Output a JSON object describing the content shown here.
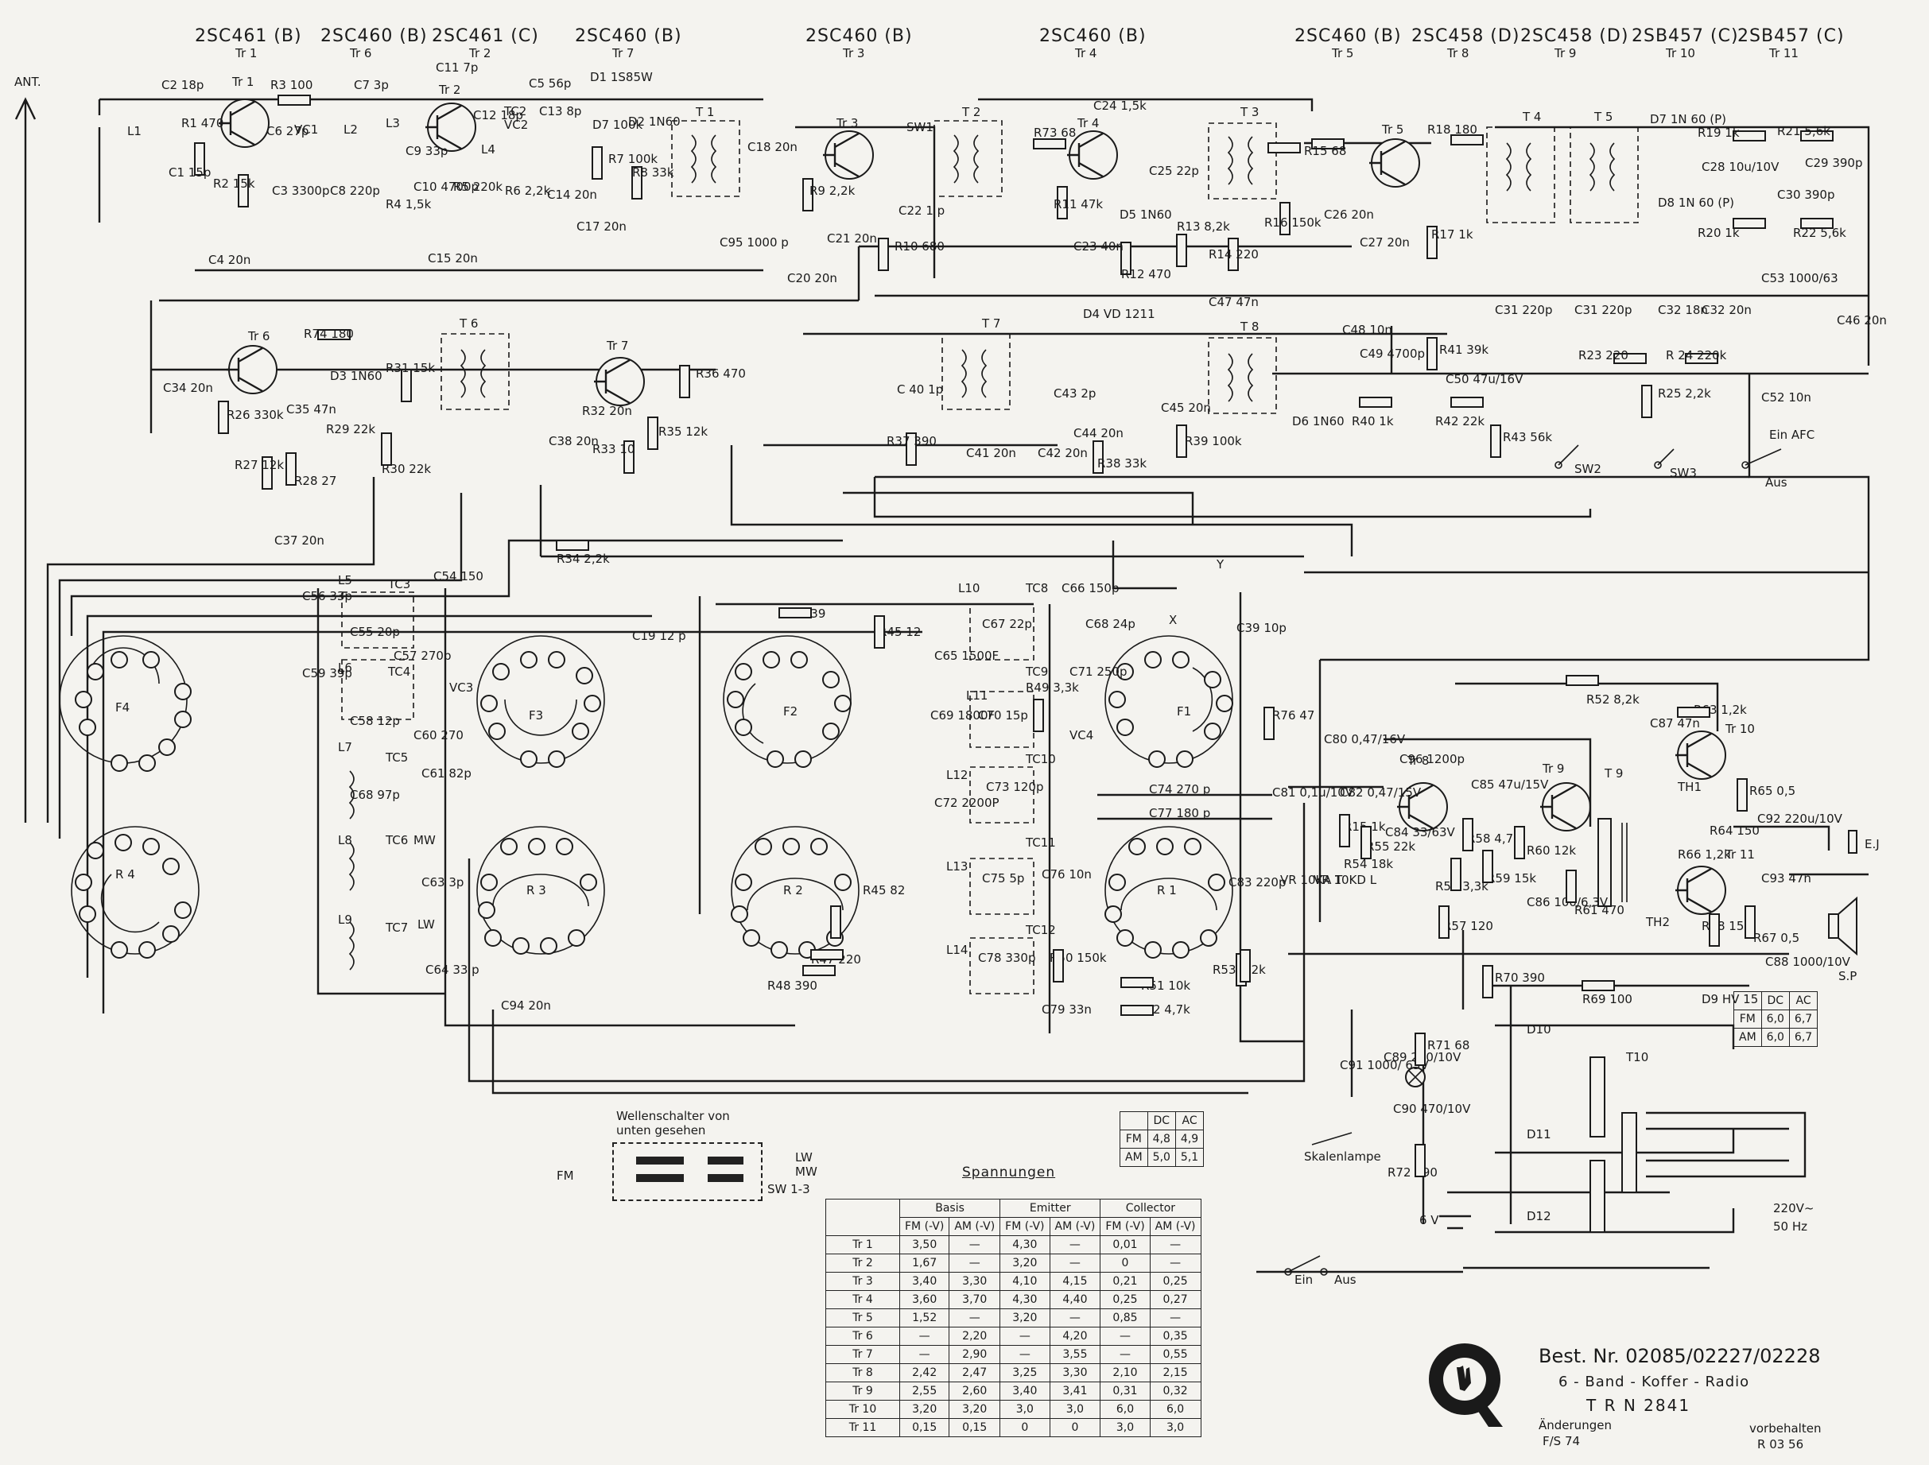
{
  "transistors": [
    {
      "type": "2SC461 (B)",
      "ref": "Tr 1"
    },
    {
      "type": "2SC460 (B)",
      "ref": "Tr 6"
    },
    {
      "type": "2SC461 (C)",
      "ref": "Tr 2"
    },
    {
      "type": "2SC460 (B)",
      "ref": "Tr 7"
    },
    {
      "type": "2SC460 (B)",
      "ref": "Tr 3"
    },
    {
      "type": "2SC460 (B)",
      "ref": "Tr 4"
    },
    {
      "type": "2SC460 (B)",
      "ref": "Tr 5"
    },
    {
      "type": "2SC458 (D)",
      "ref": "Tr 8"
    },
    {
      "type": "2SC458 (D)",
      "ref": "Tr 9"
    },
    {
      "type": "2SB457 (C)",
      "ref": "Tr 10"
    },
    {
      "type": "2SB457 (C)",
      "ref": "Tr 11"
    }
  ],
  "labels": {
    "ant": "ANT.",
    "ein_afc": "Ein AFC",
    "aus": "Aus",
    "sw2": "SW2",
    "sw3": "SW3",
    "sw1": "SW1",
    "ej": "E.J",
    "sp": "S.P",
    "skalenlampe": "Skalenlampe",
    "ein": "Ein",
    "aus2": "Aus",
    "mains": "220V~",
    "mains_freq": "50 Hz",
    "battery": "6 V",
    "fm": "FM",
    "lw": "LW",
    "mw": "MW",
    "sw13": "SW 1-3",
    "wellenschalter": "Wellenschalter von",
    "wellenschalter2": "unten gesehen",
    "y": "Y",
    "x": "X"
  },
  "components": {
    "c2": "C2 18p",
    "r1": "R1 470",
    "c1": "C1 15p",
    "l1": "L1",
    "r2": "R2 15k",
    "c3": "C3 3300p",
    "c4": "C4 20n",
    "r3": "R3 100",
    "c6": "C6 27p",
    "vc1": "VC1",
    "l2": "L2",
    "c8": "C8 220p",
    "c7": "C7 3p",
    "l3": "L3",
    "r4": "R4 1,5k",
    "c11": "C11 7p",
    "c9": "C9 33p",
    "c10": "C10 4700p",
    "r5": "R5 220k",
    "c12": "C12 18p",
    "c15": "C15 20n",
    "tc2": "TC2",
    "vc2": "VC2",
    "l4": "L4",
    "r6": "R6 2,2k",
    "c5": "C5 56p",
    "c13": "C13 8p",
    "c14": "C14 20n",
    "d1": "D1 1S85W",
    "d2": "D2 1N60",
    "d7": "D7 100k",
    "r7": "R7 100k",
    "r8": "R8 33k",
    "c17": "C17 20n",
    "t1": "T 1",
    "c18": "C18 20n",
    "r9": "R9 2,2k",
    "c95": "C95 1000 p",
    "c20": "C20 20n",
    "c21": "C21 20n",
    "r10": "R10 680",
    "c22": "C22 1 p",
    "t2": "T 2",
    "r73": "R73 68",
    "c24": "C24 1,5k",
    "r11": "R11 47k",
    "c23": "C23 40n",
    "d5": "D5 1N60",
    "r12": "R12 470",
    "r13": "R13 8,2k",
    "c25": "C25 22p",
    "r14": "R14 220",
    "t3": "T 3",
    "r15": "R15 68",
    "r16": "R16 150k",
    "c26": "C26 20n",
    "c27": "C27 20n",
    "r17": "R17 1k",
    "r18": "R18 180",
    "t4": "T 4",
    "t5": "T 5",
    "d7b": "D7 1N 60 (P)",
    "r19": "R19 1k",
    "c28": "C28 10u/10V",
    "d8": "D8 1N 60 (P)",
    "r20": "R20 1k",
    "r21": "R21 5,6k",
    "c29": "C29 390p",
    "c30": "C30 390p",
    "r22": "R22 5,6k",
    "c53": "C53 1000/63",
    "d4": "D4 VD 1211",
    "c47": "C47 47n",
    "c48": "C48 10n",
    "c49": "C49 4700p",
    "r41": "R41 39k",
    "c50": "C50 47u/16V",
    "c31": "C31 220p",
    "c31b": "C31 220p",
    "c32": "C32 18n",
    "c32b": "C32 20n",
    "c46": "C46 20n",
    "r23": "R23 220",
    "r24": "R 24 220k",
    "r25": "R25 2,2k",
    "c52": "C52 10n",
    "r40": "R40 1k",
    "r42": "R42 22k",
    "r43": "R43 56k",
    "d6": "D6 1N60",
    "t8": "T 8",
    "c45": "C45 20n",
    "r39": "R39 100k",
    "c44": "C44 20n",
    "r38": "R38 33k",
    "c43": "C43 2p",
    "c42": "C42 20n",
    "c41": "C41 20n",
    "t7": "T 7",
    "c40": "C 40 1p",
    "r37": "R37 390",
    "r74": "R74 180",
    "d3": "D3 1N60",
    "r31": "R31 15k",
    "t6": "T 6",
    "r26": "R26 330k",
    "c34": "C34 20n",
    "c35": "C35 47n",
    "r29": "R29 22k",
    "r30": "R30 22k",
    "r27": "R27 12k",
    "r28": "R28 27",
    "c37": "C37 20n",
    "r36": "R36 470",
    "r32": "R32 20n",
    "c38": "C38 20n",
    "r33": "R33 10",
    "r35": "R35 12k",
    "r34": "R34 2,2k",
    "c56": "C56 33p",
    "l5": "L5",
    "tc3": "TC3",
    "c54": "C54 150",
    "c55": "C55 20p",
    "c57": "C57 270p",
    "c19": "C19 12 p",
    "c59": "C59 39p",
    "l6": "L6",
    "tc4": "TC4",
    "c58": "C58 12p",
    "c60": "C60 270",
    "vc3": "VC3",
    "l7": "L7",
    "tc5": "TC5",
    "c61": "C61 82p",
    "c68": "C68 97p",
    "l8": "L8",
    "tc6": "TC6",
    "c63": "C63 3p",
    "l9": "L9",
    "tc7": "TC7",
    "c64": "C64 33 p",
    "c94": "C94 20n",
    "r44": "R44 39",
    "r45": "R45 12",
    "c65": "C65 1500F",
    "l10": "L10",
    "tc8": "TC8",
    "c67": "C67 22p",
    "c66": "C66 150p",
    "c68b": "C68 24p",
    "c69": "C69 1800F",
    "l11": "L11",
    "tc9": "TC9",
    "c70": "C70 15p",
    "r49": "R49 3,3k",
    "c71": "C71 250p",
    "vc4": "VC4",
    "l12": "L12",
    "c73": "C73 120p",
    "tc10": "TC10",
    "c72": "C72 2200P",
    "l13": "L13",
    "c75": "C75 5p",
    "tc11": "TC11",
    "c76": "C76 10n",
    "l14": "L14",
    "c78": "C78 330p",
    "tc12": "TC12",
    "r50": "R50 150k",
    "c79": "C79 33n",
    "r45b": "R45 82",
    "r47": "R47 220",
    "r48": "R48 390",
    "c39": "C39 10p",
    "c74": "C74 270 p",
    "c77": "C77 180 p",
    "c83": "C83 220p",
    "r51": "R51 10k",
    "r52": "R52 4,7k",
    "r53": "R53 2,2k",
    "r76": "R76 47",
    "c80": "C80 0,47/16V",
    "c81": "C81 0,1u/10V",
    "c82": "C82 0,47/15V",
    "vr1": "VR 10KA T",
    "vr2": "VR 10KD L",
    "r15b": "R15 1k",
    "r54": "R54 18k",
    "r55": "R55 22k",
    "c84": "C84 33/63V",
    "c96": "C96 1200p",
    "r56": "R56 3,3k",
    "r57": "R57 120",
    "c85": "C85 47u/15V",
    "r58": "R58 4,7k",
    "r59": "R59 15k",
    "r60": "R60 12k",
    "c86": "C86 100/6,3V",
    "r61": "R61 470",
    "r62": "R52 8,2k",
    "c87": "C87 47n",
    "r63": "R63 1,2k",
    "th1": "TH1",
    "r64": "R64 150",
    "r65": "R65 0,5",
    "r66": "R66 1,2k",
    "c92": "C92 220u/10V",
    "c93": "C93 47n",
    "th2": "TH2",
    "r68": "R68 150",
    "r67": "R67 0,5",
    "c88": "C88 1000/10V",
    "r69": "R69 100",
    "d9": "D9 HV 15",
    "r70": "R70 390",
    "r71": "R71 68",
    "c89": "C89 220/10V",
    "c91": "C91 1000/ 63V",
    "c90": "C90 470/10V",
    "r72": "R72 390",
    "d10": "D10",
    "d11": "D11",
    "d12": "D12",
    "t9": "T 9",
    "t10": "T10"
  },
  "switches": {
    "f4": "F4",
    "f3": "F3",
    "f2": "F2",
    "f1": "F1",
    "r4": "R 4",
    "r3": "R 3",
    "r2": "R 2",
    "r1": "R 1"
  },
  "mini_table_1": {
    "cols": [
      "",
      "DC",
      "AC"
    ],
    "rows": [
      [
        "FM",
        "6,0",
        "6,7"
      ],
      [
        "AM",
        "6,0",
        "6,7"
      ]
    ]
  },
  "mini_table_2": {
    "cols": [
      "",
      "DC",
      "AC"
    ],
    "rows": [
      [
        "FM",
        "4,8",
        "4,9"
      ],
      [
        "AM",
        "5,0",
        "5,1"
      ]
    ]
  },
  "voltage_table": {
    "title": "Spannungen",
    "groups": [
      "Basis",
      "Emitter",
      "Collector"
    ],
    "subcols": [
      "FM (-V)",
      "AM (-V)",
      "FM (-V)",
      "AM (-V)",
      "FM (-V)",
      "AM (-V)"
    ],
    "rows": [
      [
        "Tr 1",
        "3,50",
        "—",
        "4,30",
        "—",
        "0,01",
        "—"
      ],
      [
        "Tr 2",
        "1,67",
        "—",
        "3,20",
        "—",
        "0",
        "—"
      ],
      [
        "Tr 3",
        "3,40",
        "3,30",
        "4,10",
        "4,15",
        "0,21",
        "0,25"
      ],
      [
        "Tr 4",
        "3,60",
        "3,70",
        "4,30",
        "4,40",
        "0,25",
        "0,27"
      ],
      [
        "Tr 5",
        "1,52",
        "—",
        "3,20",
        "—",
        "0,85",
        "—"
      ],
      [
        "Tr 6",
        "—",
        "2,20",
        "—",
        "4,20",
        "—",
        "0,35"
      ],
      [
        "Tr 7",
        "—",
        "2,90",
        "—",
        "3,55",
        "—",
        "0,55"
      ],
      [
        "Tr 8",
        "2,42",
        "2,47",
        "3,25",
        "3,30",
        "2,10",
        "2,15"
      ],
      [
        "Tr 9",
        "2,55",
        "2,60",
        "3,40",
        "3,41",
        "0,31",
        "0,32"
      ],
      [
        "Tr 10",
        "3,20",
        "3,20",
        "3,0",
        "3,0",
        "6,0",
        "6,0"
      ],
      [
        "Tr 11",
        "0,15",
        "0,15",
        "0",
        "0",
        "3,0",
        "3,0"
      ]
    ]
  },
  "footer": {
    "best_nr": "Best. Nr. 02085/02227/02228",
    "product": "6 - Band - Koffer - Radio",
    "model": "T R N   2841",
    "aenderungen": "Änderungen",
    "fs": "F/S 74",
    "vorbehalten": "vorbehalten",
    "code": "R 03 56"
  }
}
